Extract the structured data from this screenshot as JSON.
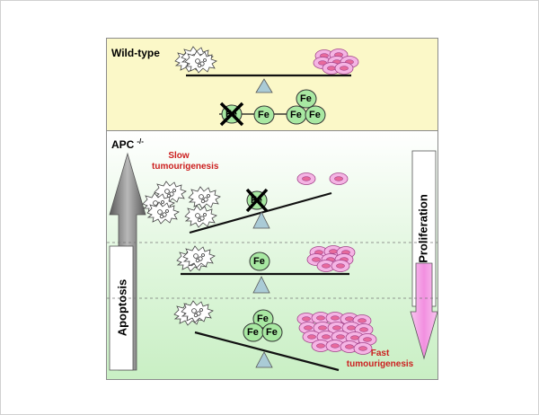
{
  "wild_type": {
    "title": "Wild-type"
  },
  "apc": {
    "title": "APC",
    "superscript": "-/-"
  },
  "annotations": {
    "slow": [
      "Slow",
      "tumourigenesis"
    ],
    "fast": [
      "Fast",
      "tumourigenesis"
    ]
  },
  "axes": {
    "apoptosis": "Apoptosis",
    "proliferation": "Proliferation"
  },
  "iron_label": "Fe",
  "colors": {
    "wild_type_band": "#fbf8c8",
    "apc_band_top": "#ffffff",
    "apc_band_bottom": "#c9efc4",
    "iron_fill": "#a8e8a2",
    "cell_fill": "#f5b4e4",
    "nucleus_fill": "#e86a9c",
    "fulcrum": "#aacbd6",
    "apoptosis_arrow": "#808080",
    "proliferation_arrow": "#f4a8e8"
  }
}
